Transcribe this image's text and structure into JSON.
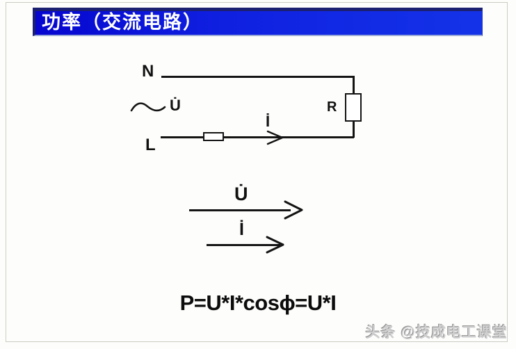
{
  "header": {
    "title": "功率（交流电路）"
  },
  "circuit": {
    "neutral_label": "N",
    "live_label": "L",
    "resistor_label": "R",
    "source_voltage_label": "U̇",
    "current_label": "İ"
  },
  "phasors": {
    "voltage_label": "U̇",
    "current_label": "İ"
  },
  "formula": {
    "text": "P=U*I*cosϕ=U*I"
  },
  "watermark": {
    "text": "头条 @技成电工课堂"
  },
  "colors": {
    "header_blue_start": "#0606cf",
    "header_blue_end": "#1433e8",
    "header_border_navy": "#1c2070",
    "wire_black": "#141414",
    "slide_background": "#fdfdfb",
    "frame_gray": "#ccccc4",
    "watermark_gray": "#cfcfcf"
  }
}
